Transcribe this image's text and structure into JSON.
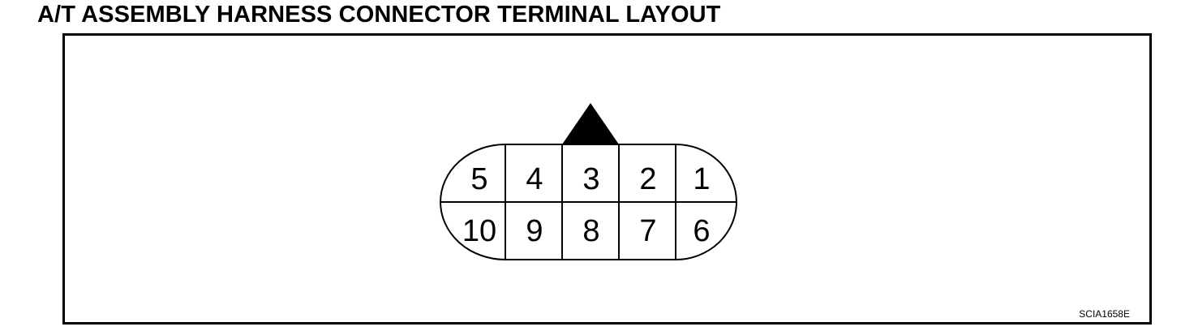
{
  "title": "A/T ASSEMBLY HARNESS CONNECTOR TERMINAL LAYOUT",
  "connector": {
    "top_row": [
      "5",
      "4",
      "3",
      "2",
      "1"
    ],
    "bottom_row": [
      "10",
      "9",
      "8",
      "7",
      "6"
    ]
  },
  "figure_code": "SCIA1658E"
}
